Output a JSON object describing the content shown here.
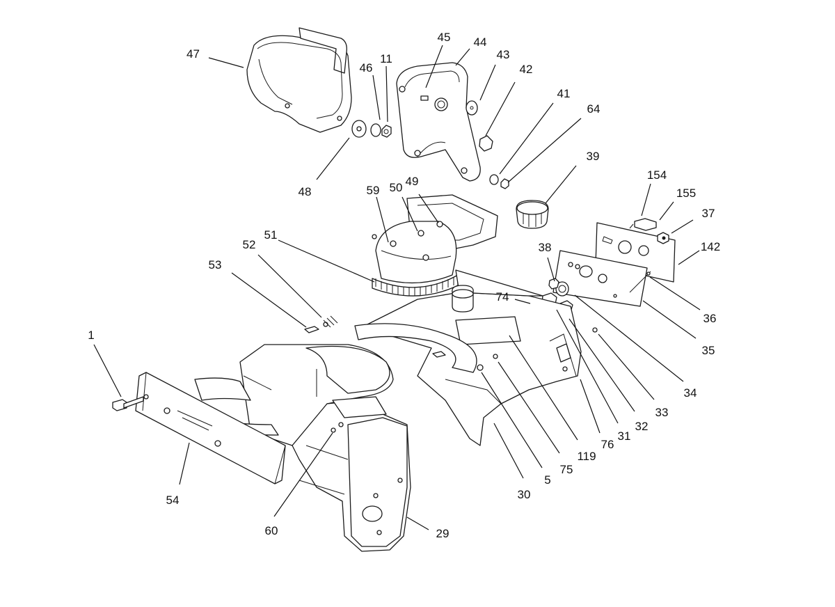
{
  "callouts": [
    {
      "id": "c1",
      "label": "1"
    },
    {
      "id": "c5",
      "label": "5"
    },
    {
      "id": "c11",
      "label": "11"
    },
    {
      "id": "c29",
      "label": "29"
    },
    {
      "id": "c30",
      "label": "30"
    },
    {
      "id": "c31",
      "label": "31"
    },
    {
      "id": "c32",
      "label": "32"
    },
    {
      "id": "c33",
      "label": "33"
    },
    {
      "id": "c34",
      "label": "34"
    },
    {
      "id": "c35",
      "label": "35"
    },
    {
      "id": "c36",
      "label": "36"
    },
    {
      "id": "c37",
      "label": "37"
    },
    {
      "id": "c38",
      "label": "38"
    },
    {
      "id": "c39",
      "label": "39"
    },
    {
      "id": "c41",
      "label": "41"
    },
    {
      "id": "c42",
      "label": "42"
    },
    {
      "id": "c43",
      "label": "43"
    },
    {
      "id": "c44",
      "label": "44"
    },
    {
      "id": "c45",
      "label": "45"
    },
    {
      "id": "c46",
      "label": "46"
    },
    {
      "id": "c47",
      "label": "47"
    },
    {
      "id": "c48",
      "label": "48"
    },
    {
      "id": "c49",
      "label": "49"
    },
    {
      "id": "c50",
      "label": "50"
    },
    {
      "id": "c51",
      "label": "51"
    },
    {
      "id": "c52",
      "label": "52"
    },
    {
      "id": "c53",
      "label": "53"
    },
    {
      "id": "c54",
      "label": "54"
    },
    {
      "id": "c59",
      "label": "59"
    },
    {
      "id": "c60",
      "label": "60"
    },
    {
      "id": "c64",
      "label": "64"
    },
    {
      "id": "c74",
      "label": "74"
    },
    {
      "id": "c75",
      "label": "75"
    },
    {
      "id": "c76",
      "label": "76"
    },
    {
      "id": "c119",
      "label": "119"
    },
    {
      "id": "c142",
      "label": "142"
    },
    {
      "id": "c154",
      "label": "154"
    },
    {
      "id": "c155",
      "label": "155"
    }
  ]
}
